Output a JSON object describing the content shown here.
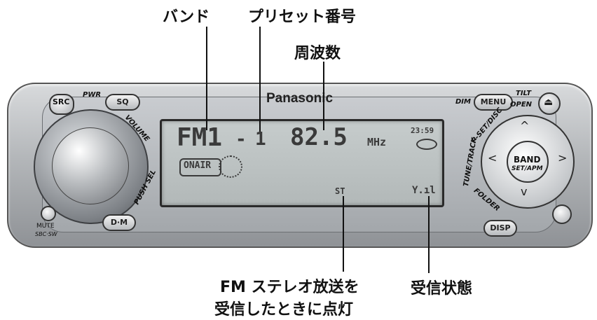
{
  "callouts": {
    "band": "バンド",
    "preset": "プリセット番号",
    "frequency": "周波数",
    "stereo_line1": "FM ステレオ放送を",
    "stereo_line2": "受信したときに点灯",
    "reception": "受信状態"
  },
  "panel": {
    "brand": "Panasonic",
    "src": "SRC",
    "pwr": "PWR",
    "sq": "SQ",
    "volume": "VOLUME",
    "push_sel": "PUSH SEL",
    "dm": "D·M",
    "mute": "MUTE",
    "sbc_sw": "SBC·SW",
    "dim": "DIM",
    "menu": "MENU",
    "tilt": "TILT",
    "open": "OPEN",
    "pset_disc": "P-SET/DISC",
    "tune_track": "TUNE/TRACK",
    "folder": "FOLDER",
    "disp": "DISP",
    "band_btn": "BAND",
    "set_apm": "SET/APM"
  },
  "lcd": {
    "band": "FM1",
    "dash": "-",
    "preset": "1",
    "frequency": "82.5",
    "unit": "MHz",
    "clock": "23:59",
    "on_air": "ONAIR",
    "st": "ST",
    "signal": "Y.ıl"
  }
}
